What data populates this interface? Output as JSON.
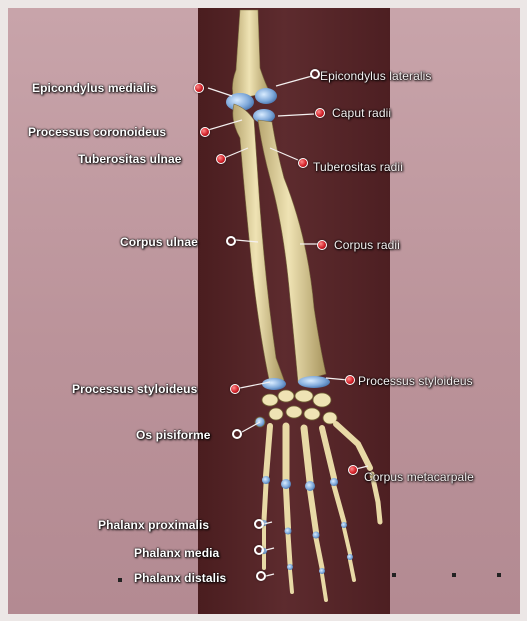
{
  "labels": {
    "epicondylus_medialis": "Epicondylus medialis",
    "epicondylus_lateralis": "Epicondylus lateralis",
    "caput_radii": "Caput radii",
    "processus_coronoideus": "Processus coronoideus",
    "tuberositas_ulnae": "Tuberositas ulnae",
    "tuberositas_radii": "Tuberositas radii",
    "corpus_ulnae": "Corpus ulnae",
    "corpus_radii": "Corpus radii",
    "processus_styloideus_ulnae": "Processus styloideus",
    "processus_styloideus_radii": "Processus styloideus",
    "os_pisiforme": "Os pisiforme",
    "corpus_metacarpale": "Corpus metacarpale",
    "phalanx_proximalis": "Phalanx proximalis",
    "phalanx_media": "Phalanx media",
    "phalanx_distalis": "Phalanx distalis"
  },
  "colors": {
    "background": "#ece7e6",
    "panel": "#c29ba1",
    "strip": "#54252a",
    "bone": "#e8d9a6",
    "joint_highlight": "#8fb4e0",
    "pin": "#d3222a"
  }
}
